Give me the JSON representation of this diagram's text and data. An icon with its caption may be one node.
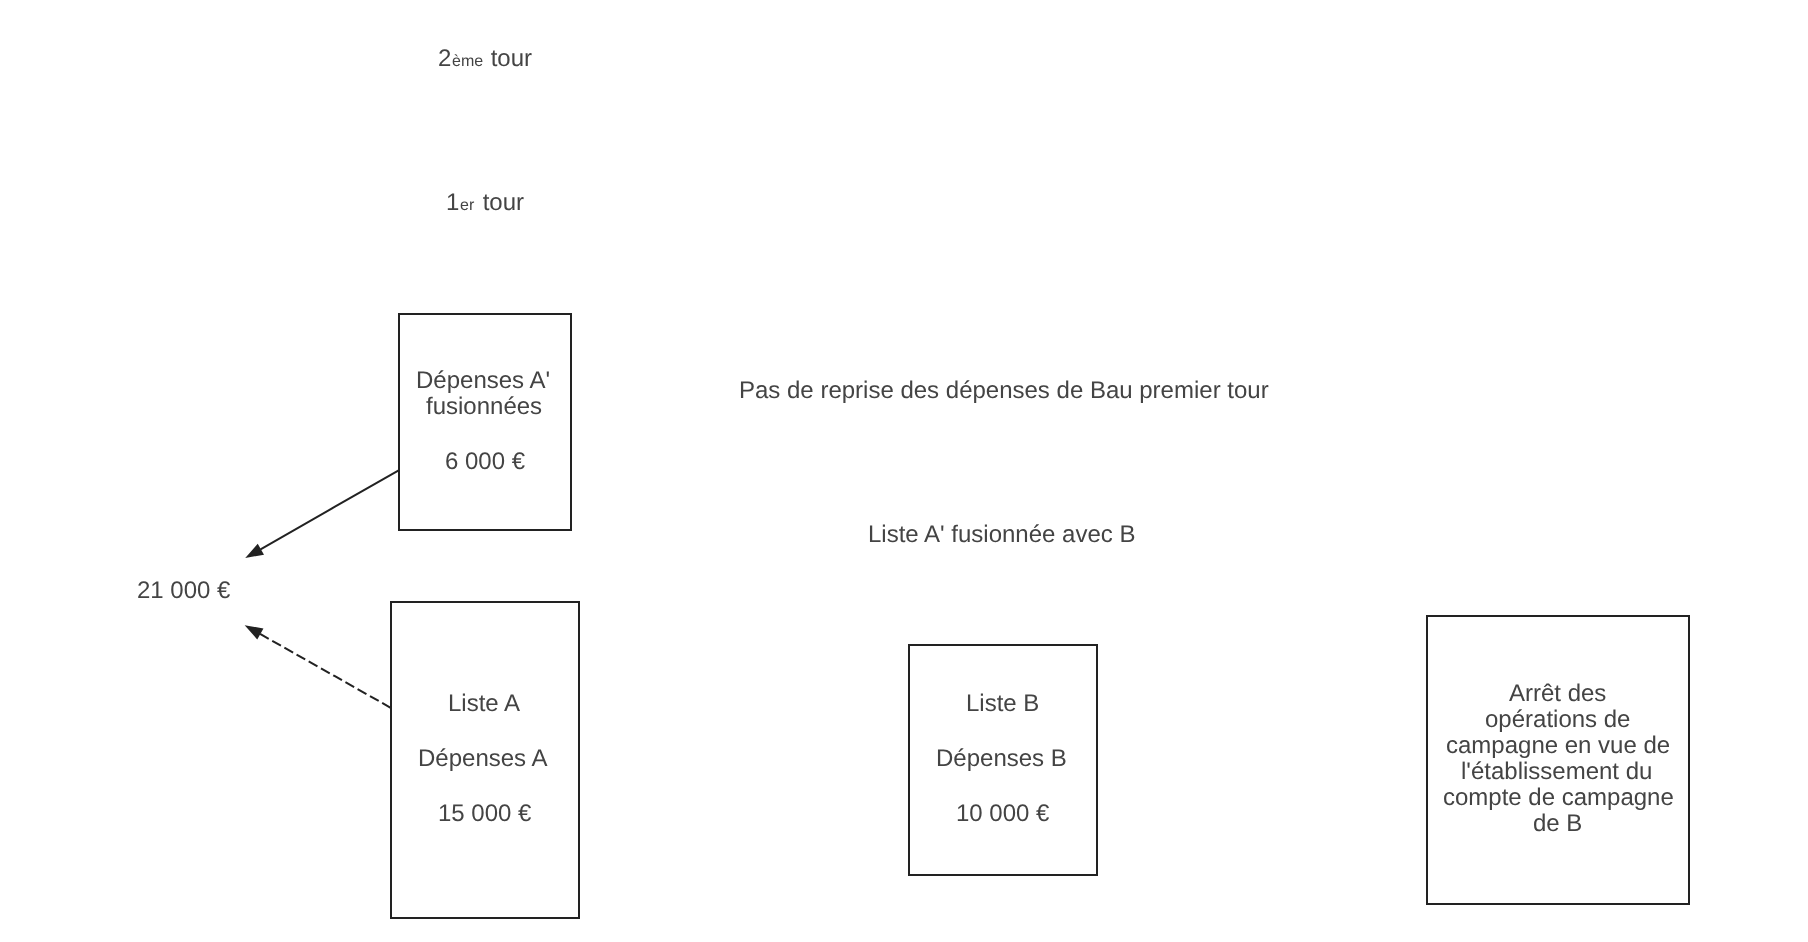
{
  "diagram": {
    "nodes": [
      {
        "text": [
          "Liste A",
          "Dépenses A",
          "15 000 €"
        ]
      },
      {
        "text": [
          "Liste B",
          "Dépenses B",
          "10 000 €"
        ]
      },
      {
        "text": [
          "Arrêt des opérations de campagne en vue de l'établissement du compte de campagne de B"
        ]
      },
      {
        "text": [
          "21 000 €"
        ]
      },
      {
        "text": [
          "Dépenses A' fusionnées",
          "6 000 €"
        ]
      }
    ],
    "edges": [
      {
        "from": 0,
        "to": 3,
        "arrow": "to",
        "style": "dashed"
      },
      {
        "from": 4,
        "to": 3,
        "arrow": "to"
      }
    ],
    "labels": [
      "1$^{er}$ tour",
      "Liste A' fusionnée avec B",
      "Pas de reprise des dépenses de Bau premier tour",
      "2$^{ème}$ tour"
    ]
  }
}
